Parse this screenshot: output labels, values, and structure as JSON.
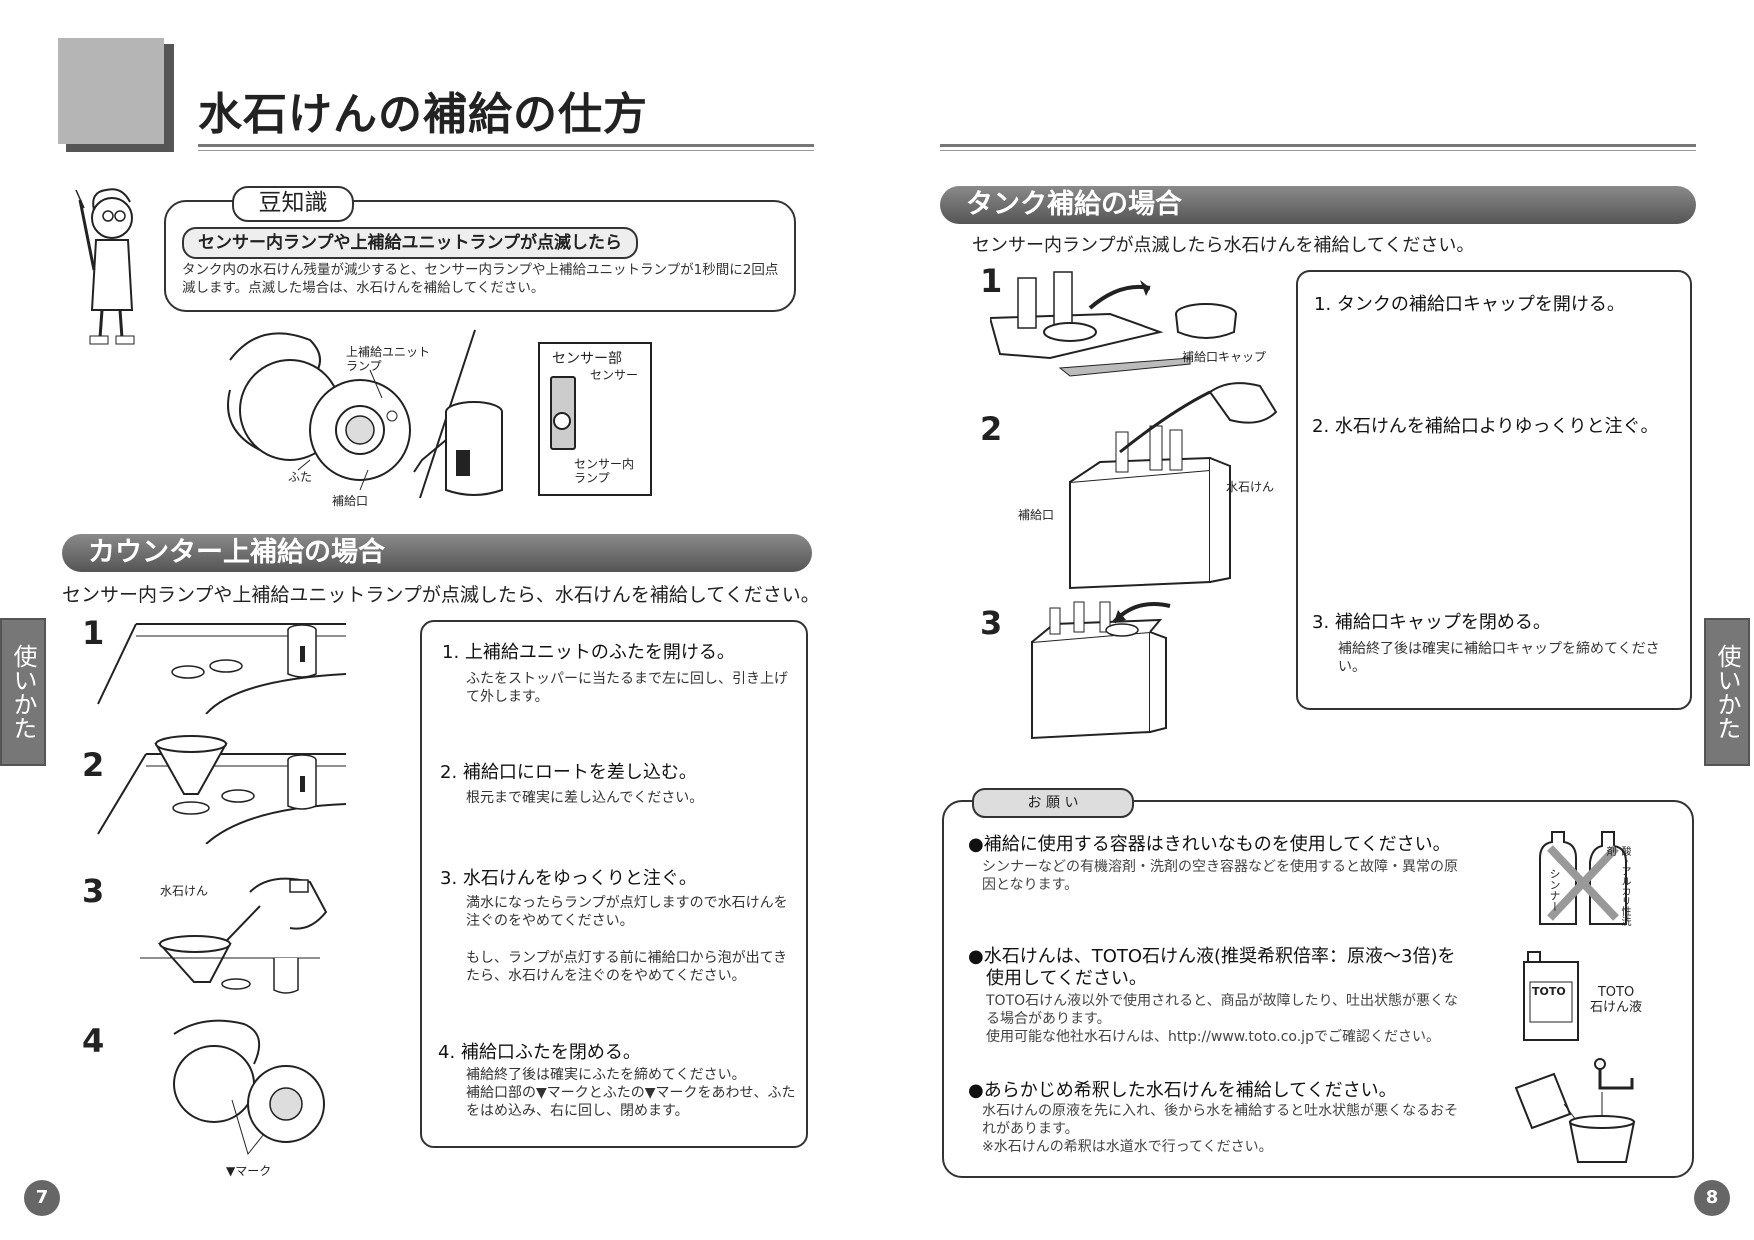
{
  "title": "水石けんの補給の仕方",
  "mamechishiki": {
    "tag": "豆知識",
    "subtitle": "センサー内ランプや上補給ユニットランプが点滅したら",
    "text": "タンク内の水石けん残量が減少すると、センサー内ランプや上補給ユニットランプが1秒間に2回点滅します。点滅した場合は、水石けんを補給してください。"
  },
  "diagram_labels": {
    "unit_lamp": "上補給ユニット\nランプ",
    "lid": "ふた",
    "inlet": "補給口",
    "sensor_section": "センサー部",
    "sensor": "センサー",
    "sensor_lamp": "センサー内\nランプ"
  },
  "counter": {
    "heading": "カウンター上補給の場合",
    "lead": "センサー内ランプや上補給ユニットランプが点滅したら、水石けんを補給してください。",
    "numbers": [
      "1",
      "2",
      "3",
      "4"
    ],
    "soap_label": "水石けん",
    "mark_label": "▼マーク",
    "steps": [
      {
        "title": "1. 上補給ユニットのふたを開ける。",
        "note": "ふたをストッパーに当たるまで左に回し、引き上げて外します。"
      },
      {
        "title": "2. 補給口にロートを差し込む。",
        "note": "根元まで確実に差し込んでください。"
      },
      {
        "title": "3. 水石けんをゆっくりと注ぐ。",
        "note": "満水になったらランプが点灯しますので水石けんを注ぐのをやめてください。\n\nもし、ランプが点灯する前に補給口から泡が出てきたら、水石けんを注ぐのをやめてください。"
      },
      {
        "title": "4. 補給口ふたを閉める。",
        "note": "補給終了後は確実にふたを締めてください。\n補給口部の▼マークとふたの▼マークをあわせ、ふたをはめ込み、右に回し、閉めます。"
      }
    ]
  },
  "tank": {
    "heading": "タンク補給の場合",
    "lead": "センサー内ランプが点滅したら水石けんを補給してください。",
    "numbers": [
      "1",
      "2",
      "3"
    ],
    "cap_label": "補給口キャップ",
    "soap_label": "水石けん",
    "inlet_label": "補給口",
    "steps": [
      {
        "title": "1. タンクの補給口キャップを開ける。",
        "note": ""
      },
      {
        "title": "2. 水石けんを補給口よりゆっくりと注ぐ。",
        "note": ""
      },
      {
        "title": "3. 補給口キャップを閉める。",
        "note": "補給終了後は確実に補給口キャップを締めてください。"
      }
    ]
  },
  "onegai": {
    "tag": "お 願 い",
    "items": [
      {
        "title": "●補給に使用する容器はきれいなものを使用してください。",
        "note": "シンナーなどの有機溶剤・洗剤の空き容器などを使用すると故障・異常の原因となります。"
      },
      {
        "title": "●水石けんは、TOTO石けん液(推奨希釈倍率：原液～3倍)を\n　使用してください。",
        "note": "TOTO石けん液以外で使用されると、商品が故障したり、吐出状態が悪くなる場合があります。\n使用可能な他社水石けんは、http://www.toto.co.jpでご確認ください。"
      },
      {
        "title": "●あらかじめ希釈した水石けんを補給してください。",
        "note": "水石けんの原液を先に入れ、後から水を補給すると吐水状態が悪くなるおそれがあります。\n※水石けんの希釈は水道水で行ってください。"
      }
    ],
    "bottle_labels": [
      "シンナー",
      "酸・アルカリ性洗剤"
    ],
    "toto_brand": "TOTO",
    "toto_label": "TOTO\n石けん液"
  },
  "side_tab": "使いかた",
  "page_left": "7",
  "page_right": "8"
}
